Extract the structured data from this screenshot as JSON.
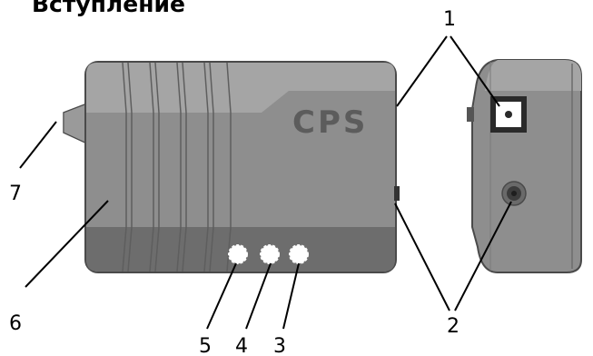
{
  "heading": "Вступление",
  "callouts": {
    "c1": "1",
    "c2": "2",
    "c3": "3",
    "c4": "4",
    "c5": "5",
    "c6": "6",
    "c7": "7"
  },
  "device": {
    "logo": "CPS"
  },
  "colors": {
    "body_light": "#8e8e8e",
    "body_dark": "#6f6f6f",
    "outline": "#4a4a4a",
    "leader": "#000000"
  }
}
